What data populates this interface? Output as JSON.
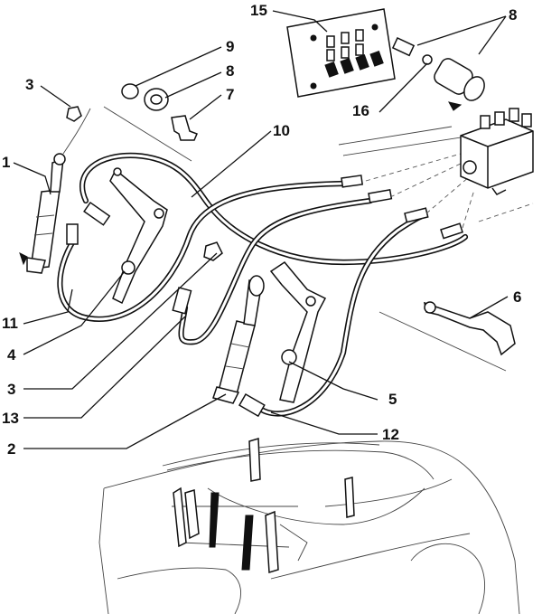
{
  "callouts": {
    "c15": "15",
    "c8a": "8",
    "c16": "16",
    "c9": "9",
    "c8b": "8",
    "c7": "7",
    "c3a": "3",
    "c1": "1",
    "c10": "10",
    "c6": "6",
    "c11": "11",
    "c4": "4",
    "c3b": "3",
    "c13": "13",
    "c5": "5",
    "c2": "2",
    "c12": "12"
  }
}
